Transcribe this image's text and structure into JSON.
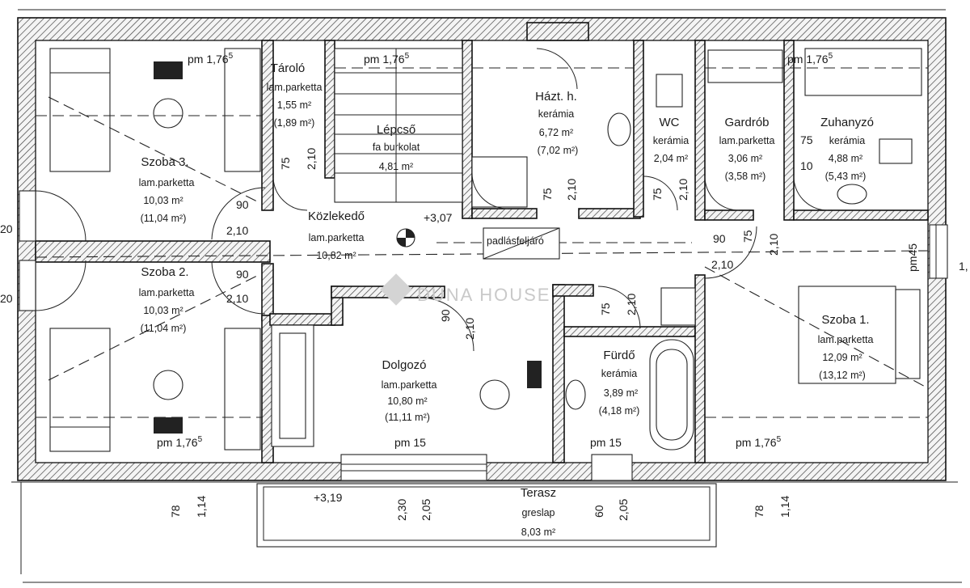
{
  "rooms": {
    "szoba3": {
      "name": "Szoba 3.",
      "floor": "lam.parketta",
      "area": "10,03 m²",
      "area2": "(11,04 m²)"
    },
    "szoba2": {
      "name": "Szoba 2.",
      "floor": "lam.parketta",
      "area": "10,03 m²",
      "area2": "(11,04 m²)"
    },
    "szoba1": {
      "name": "Szoba 1.",
      "floor": "lam.parketta",
      "area": "12,09 m²",
      "area2": "(13,12 m²)"
    },
    "tarolo": {
      "name": "Tároló",
      "floor": "lam.parketta",
      "area": "1,55 m²",
      "area2": "(1,89 m²)"
    },
    "lepcso": {
      "name": "Lépcső",
      "floor": "fa burkolat",
      "area": "4,81 m²"
    },
    "hazt": {
      "name": "Házt. h.",
      "floor": "kerámia",
      "area": "6,72 m²",
      "area2": "(7,02 m²)"
    },
    "wc": {
      "name": "WC",
      "floor": "kerámia",
      "area": "2,04 m²"
    },
    "gardrob": {
      "name": "Gardrób",
      "floor": "lam.parketta",
      "area": "3,06 m²",
      "area2": "(3,58 m²)"
    },
    "zuhanyzo": {
      "name": "Zuhanyzó",
      "floor": "kerámia",
      "area": "4,88 m²",
      "area2": "(5,43 m²)"
    },
    "kozlekedo": {
      "name": "Közlekedő",
      "floor": "lam.parketta",
      "area": "10,82 m²"
    },
    "dolgozo": {
      "name": "Dolgozó",
      "floor": "lam.parketta",
      "area": "10,80 m²",
      "area2": "(11,11 m²)"
    },
    "furdo": {
      "name": "Fürdő",
      "floor": "kerámia",
      "area": "3,89 m²",
      "area2": "(4,18 m²)"
    },
    "terasz": {
      "name": "Terasz",
      "floor": "greslap",
      "area": "8,03 m²"
    }
  },
  "labels": {
    "pm176": "pm 1,76",
    "pm176sup": "5",
    "pm15": "pm 15",
    "pm45": "pm45",
    "level1": "+3,07",
    "level2": "+3,19",
    "padlasfeljaro": "padlásfeljáró",
    "d75": "75",
    "d210": "2,10",
    "d90": "90",
    "d10": "10",
    "d20": "20",
    "d78": "78",
    "d114": "1,14",
    "d230": "2,30",
    "d205": "2,05",
    "d60": "60",
    "d12": "1,"
  },
  "watermark": "DUNA HOUSE"
}
